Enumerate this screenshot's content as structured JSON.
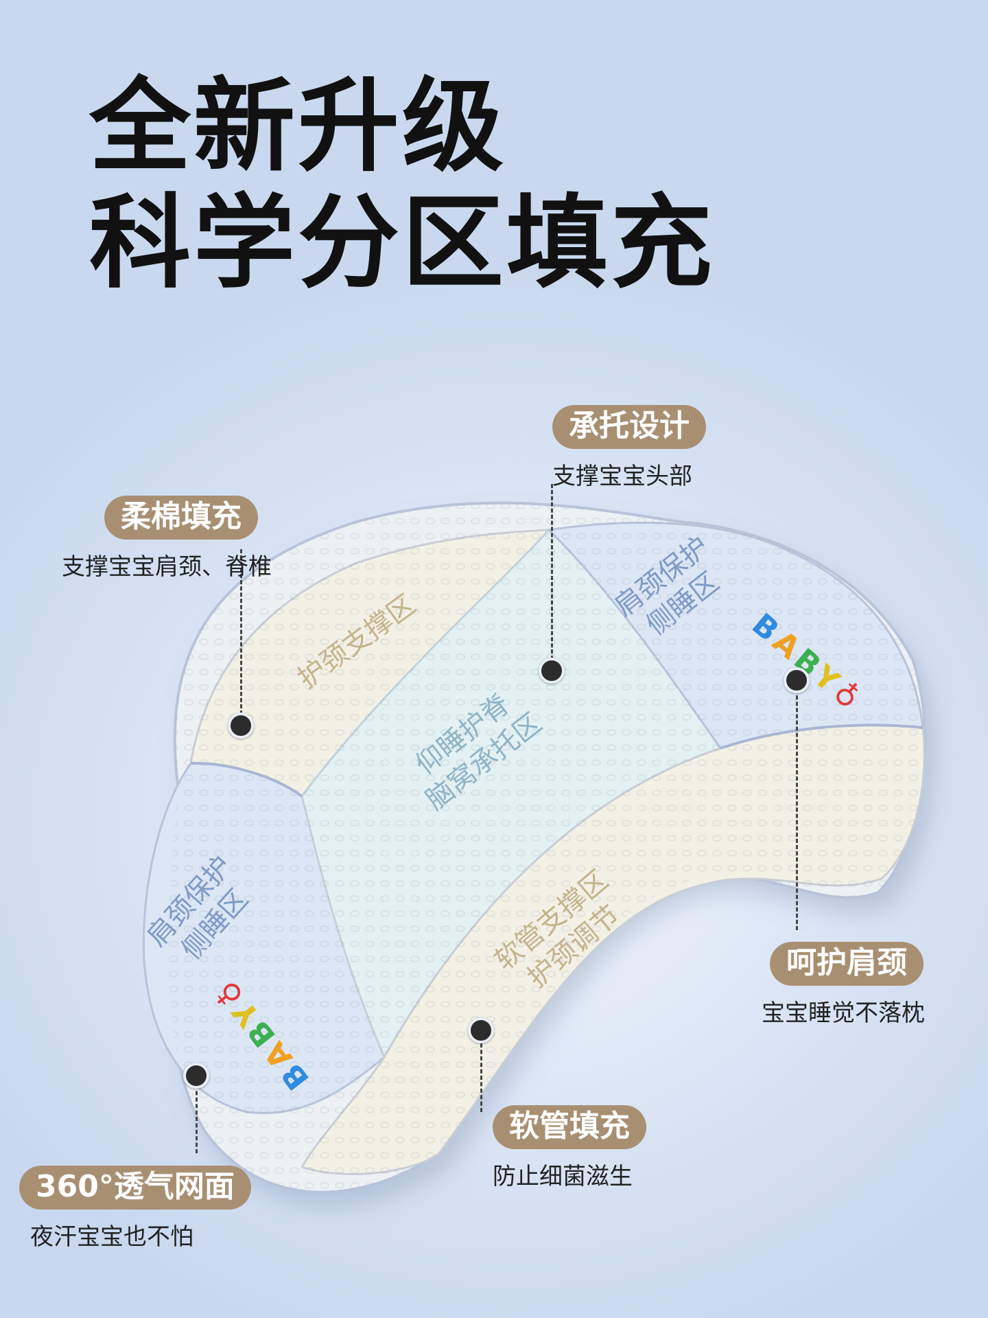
{
  "headline": {
    "line1": "全新升级",
    "line2": "科学分区填充"
  },
  "callouts": {
    "top": {
      "tag": "承托设计",
      "desc": "支撑宝宝头部"
    },
    "upper_left": {
      "tag": "柔棉填充",
      "desc": "支撑宝宝肩颈、脊椎"
    },
    "right": {
      "tag": "呵护肩颈",
      "desc": "宝宝睡觉不落枕"
    },
    "bottom_center": {
      "tag": "软管填充",
      "desc": "防止细菌滋生"
    },
    "bottom_left": {
      "tag": "360°透气网面",
      "desc": "夜汗宝宝也不怕"
    }
  },
  "zones": {
    "neck_support": "护颈支撑区",
    "center_line1": "仰睡护脊",
    "center_line2": "脑窝承托区",
    "shoulder_right_line1": "肩颈保护",
    "shoulder_right_line2": "侧睡区",
    "shoulder_left_line1": "肩颈保护",
    "shoulder_left_line2": "侧睡区",
    "tube_line1": "软管支撑区",
    "tube_line2": "护颈调节"
  },
  "embroidery": {
    "letters": [
      "B",
      "A",
      "B",
      "Y"
    ],
    "bottle_glyph": "♁"
  },
  "colors": {
    "tag_bg": "#a98f72",
    "background": "#c9d8ee",
    "pillow_white": "#f3f1e6",
    "pillow_blue": "#dce6f5",
    "pillow_teal": "#e3f1f3"
  }
}
